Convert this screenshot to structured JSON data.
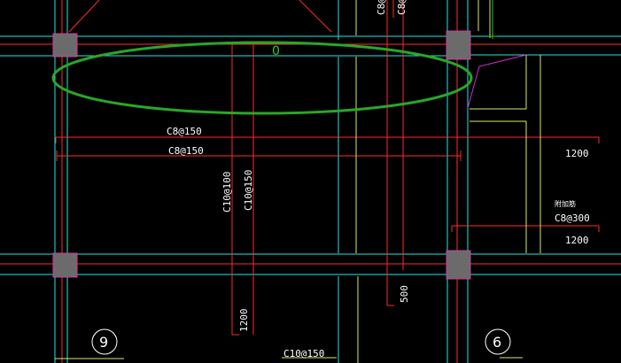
{
  "colors": {
    "background": "#000000",
    "beam_red": "#ff2a2a",
    "grid_cyan": "#22e6e6",
    "rebar_yellow": "#dde86a",
    "column_fill": "#6b6b6b",
    "column_border": "#d23aa0",
    "highlight_green": "#27a827",
    "accent_magenta": "#d62ad6",
    "text_white": "#ffffff"
  },
  "labels": {
    "top_rebar_a": "C8@150",
    "top_rebar_b": "C8@150",
    "vert_rebar_a": "C10@100",
    "vert_rebar_b": "C10@150",
    "top_clip_a": "C8@",
    "top_clip_b": "C8@",
    "dim_right_upper": "1200",
    "dim_right_lower": "1200",
    "small_tag": "附加筋",
    "right_rebar": "C8@300",
    "vert_500": "500",
    "vert_1200": "1200",
    "bottom_rebar": "C10@150",
    "green_zero": "0"
  },
  "axes": {
    "left_bubble": "9",
    "right_bubble": "6"
  }
}
